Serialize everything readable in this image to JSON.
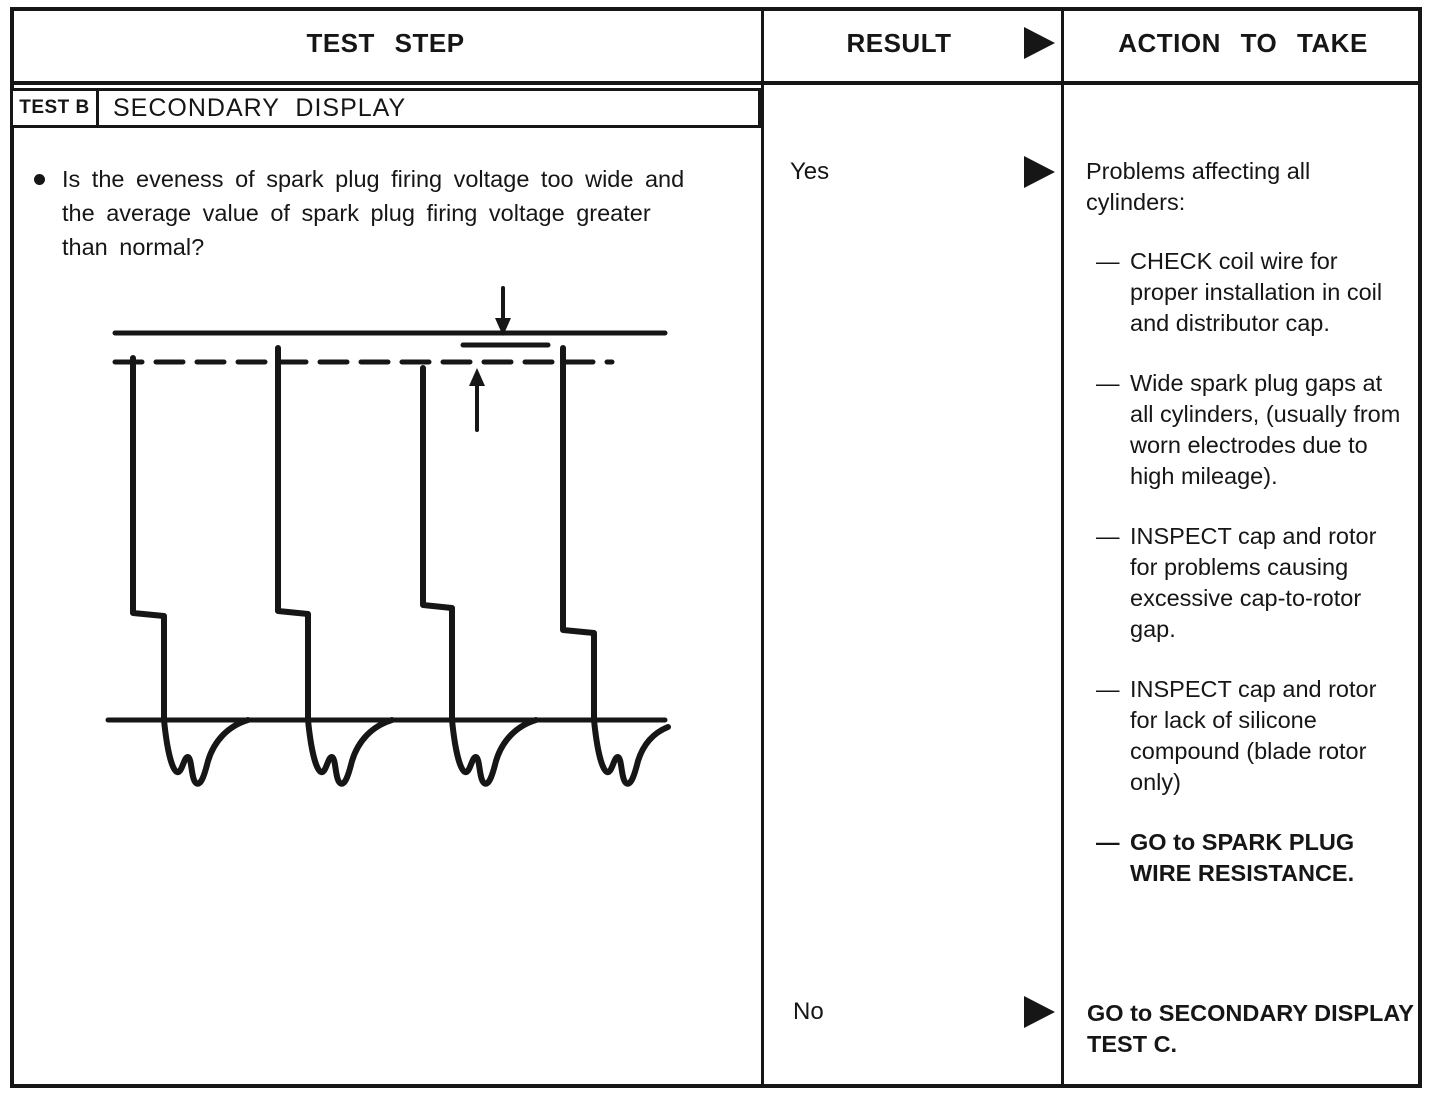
{
  "table": {
    "headers": {
      "test_step": "TEST STEP",
      "result": "RESULT",
      "action": "ACTION TO TAKE"
    }
  },
  "test": {
    "label": "TEST B",
    "title": "SECONDARY DISPLAY",
    "question": "Is the eveness of spark plug firing voltage too wide and the average value of spark plug firing voltage greater than normal?"
  },
  "results": {
    "yes": "Yes",
    "no": "No"
  },
  "actions": {
    "dash": "—",
    "intro": "Problems affecting all cylinders:",
    "items": [
      "CHECK coil wire for proper installation in coil and distributor cap.",
      "Wide spark plug gaps at all cylinders, (usually from worn electrodes due to high mileage).",
      "INSPECT cap and rotor for problems causing excessive cap-to-rotor gap.",
      "INSPECT cap and rotor for lack of silicone compound (blade rotor only)",
      "GO to SPARK PLUG WIRE RESISTANCE."
    ],
    "no_action": "GO to SECONDARY DISPLAY TEST C."
  }
}
